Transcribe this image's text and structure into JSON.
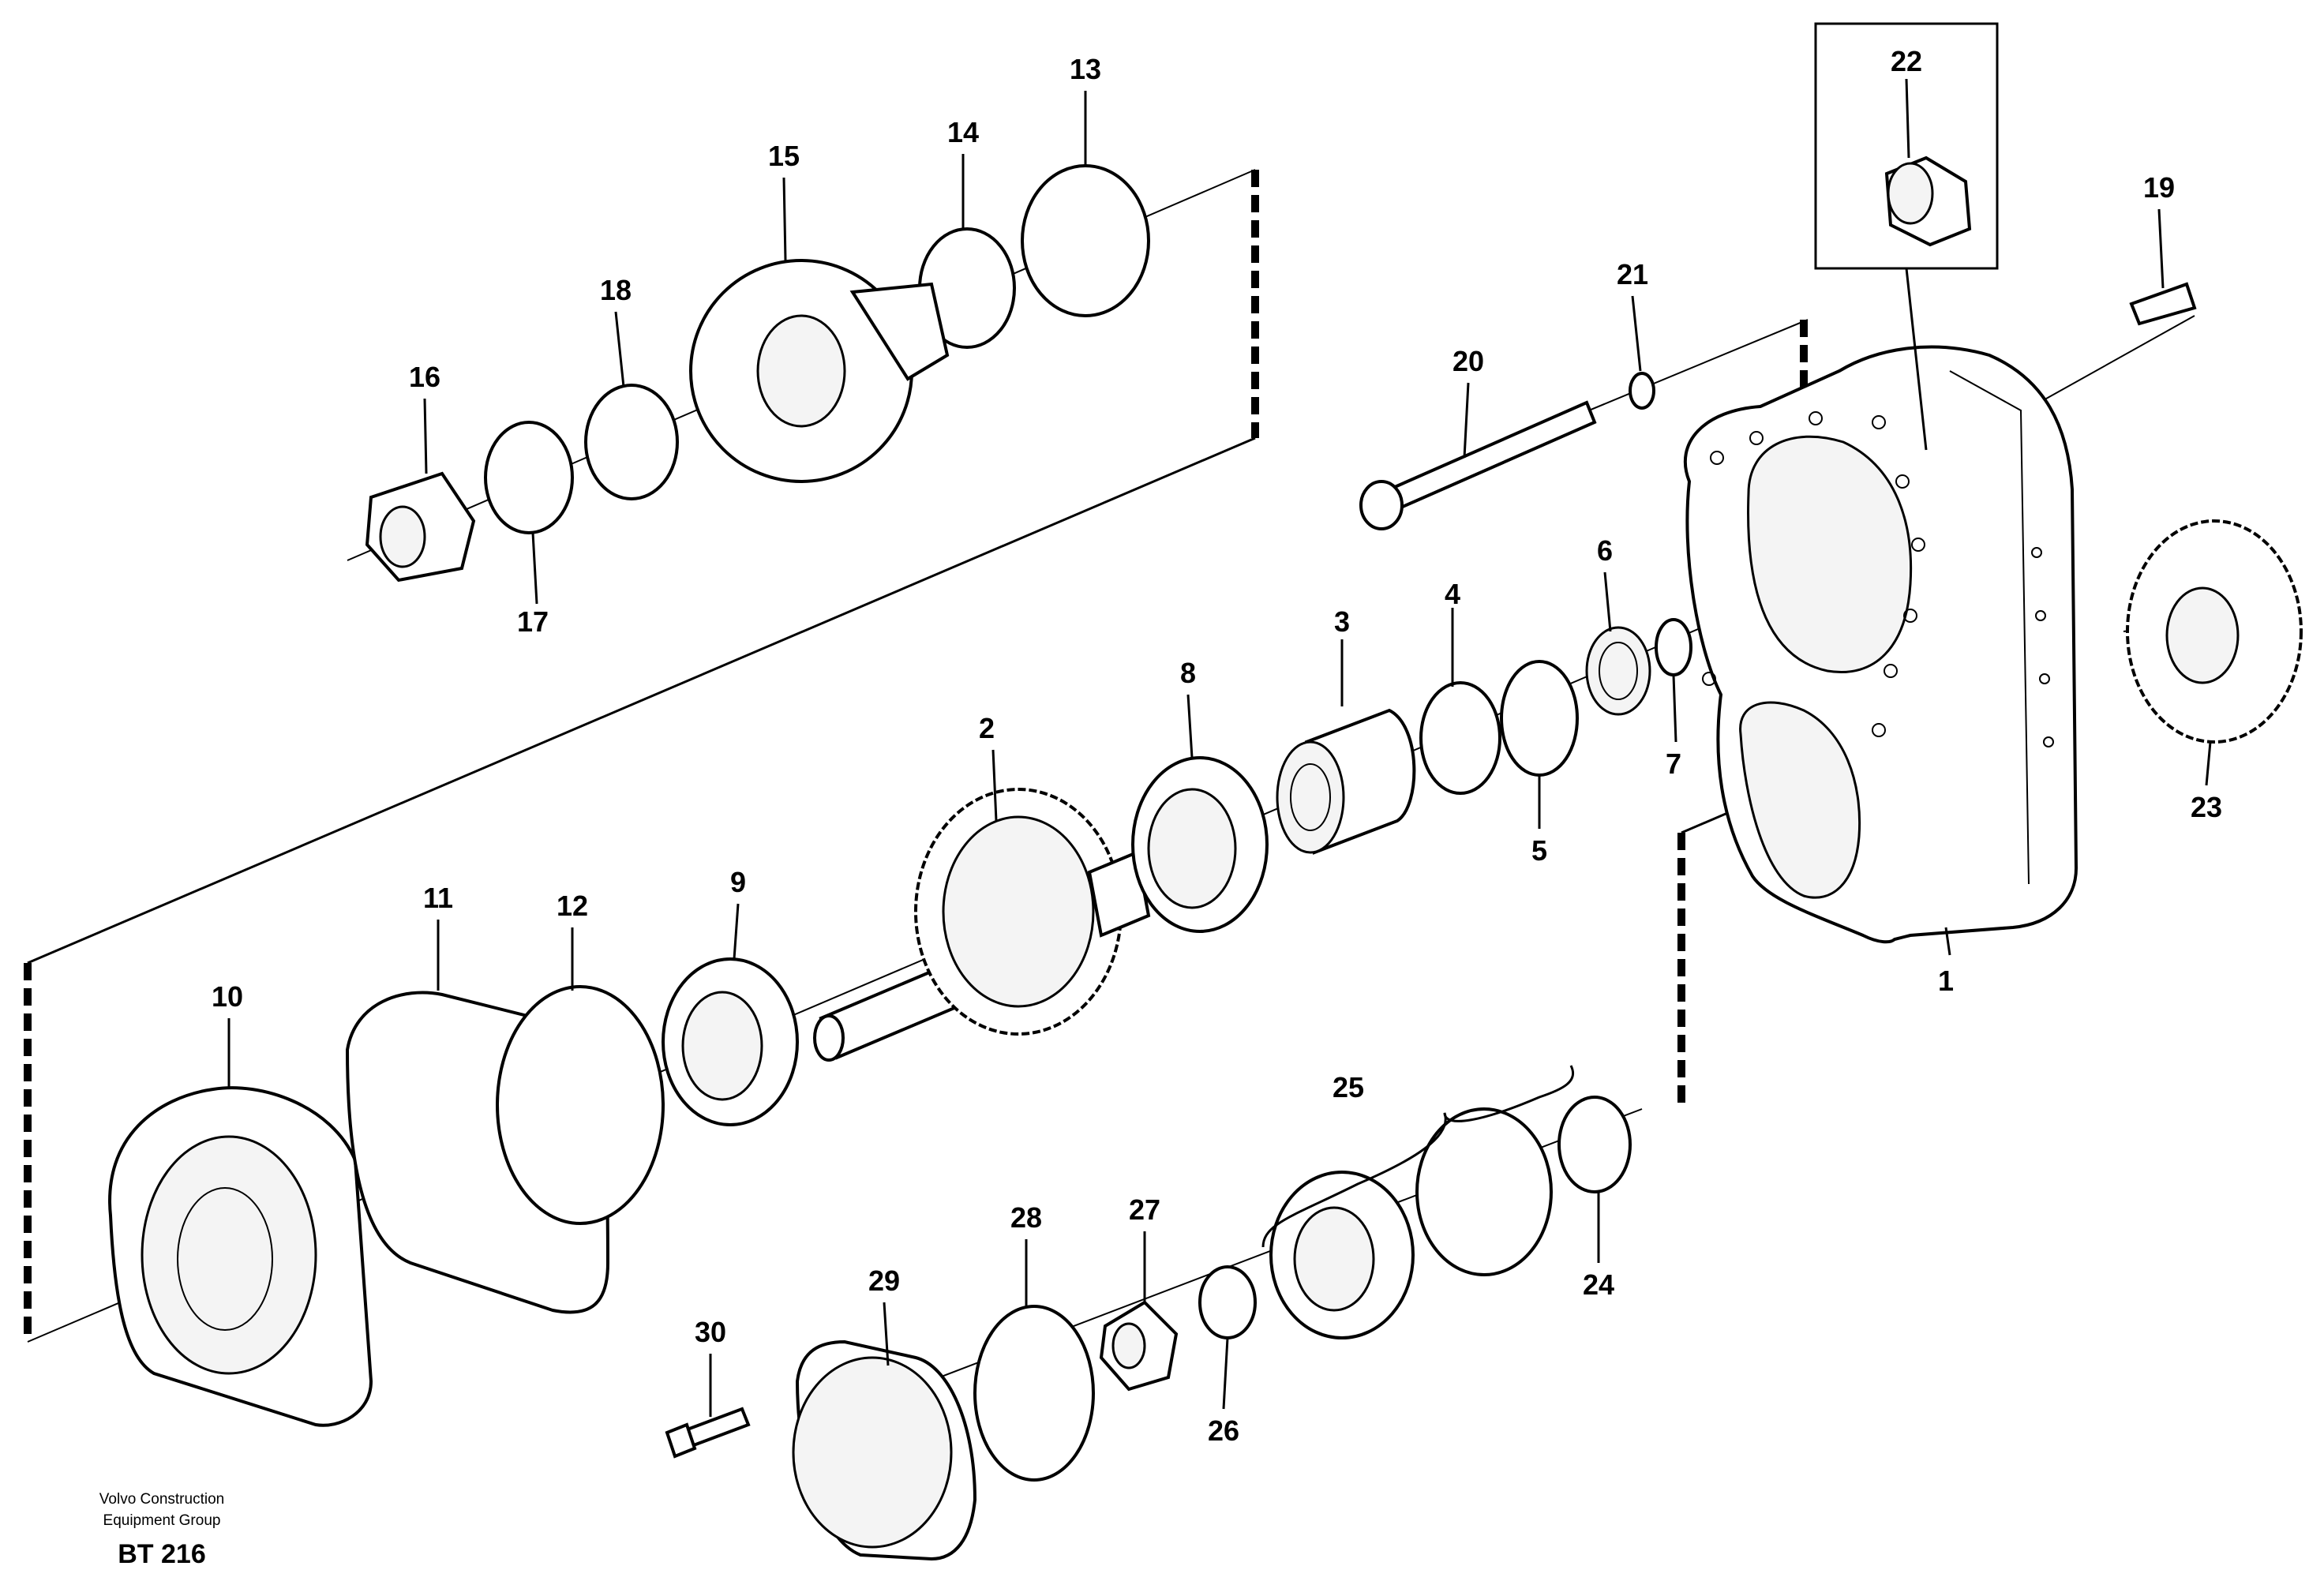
{
  "labels": {
    "p1": "1",
    "p2": "2",
    "p3": "3",
    "p4": "4",
    "p5": "5",
    "p6": "6",
    "p7": "7",
    "p8": "8",
    "p9": "9",
    "p10": "10",
    "p11": "11",
    "p12": "12",
    "p13": "13",
    "p14": "14",
    "p15": "15",
    "p16": "16",
    "p17": "17",
    "p18": "18",
    "p19": "19",
    "p20": "20",
    "p21": "21",
    "p22": "22",
    "p23": "23",
    "p24": "24",
    "p25": "25",
    "p26": "26",
    "p27": "27",
    "p28": "28",
    "p29": "29",
    "p30": "30"
  },
  "footer": {
    "company_line1": "Volvo Construction",
    "company_line2": "Equipment Group",
    "doc_code": "BT 216"
  }
}
